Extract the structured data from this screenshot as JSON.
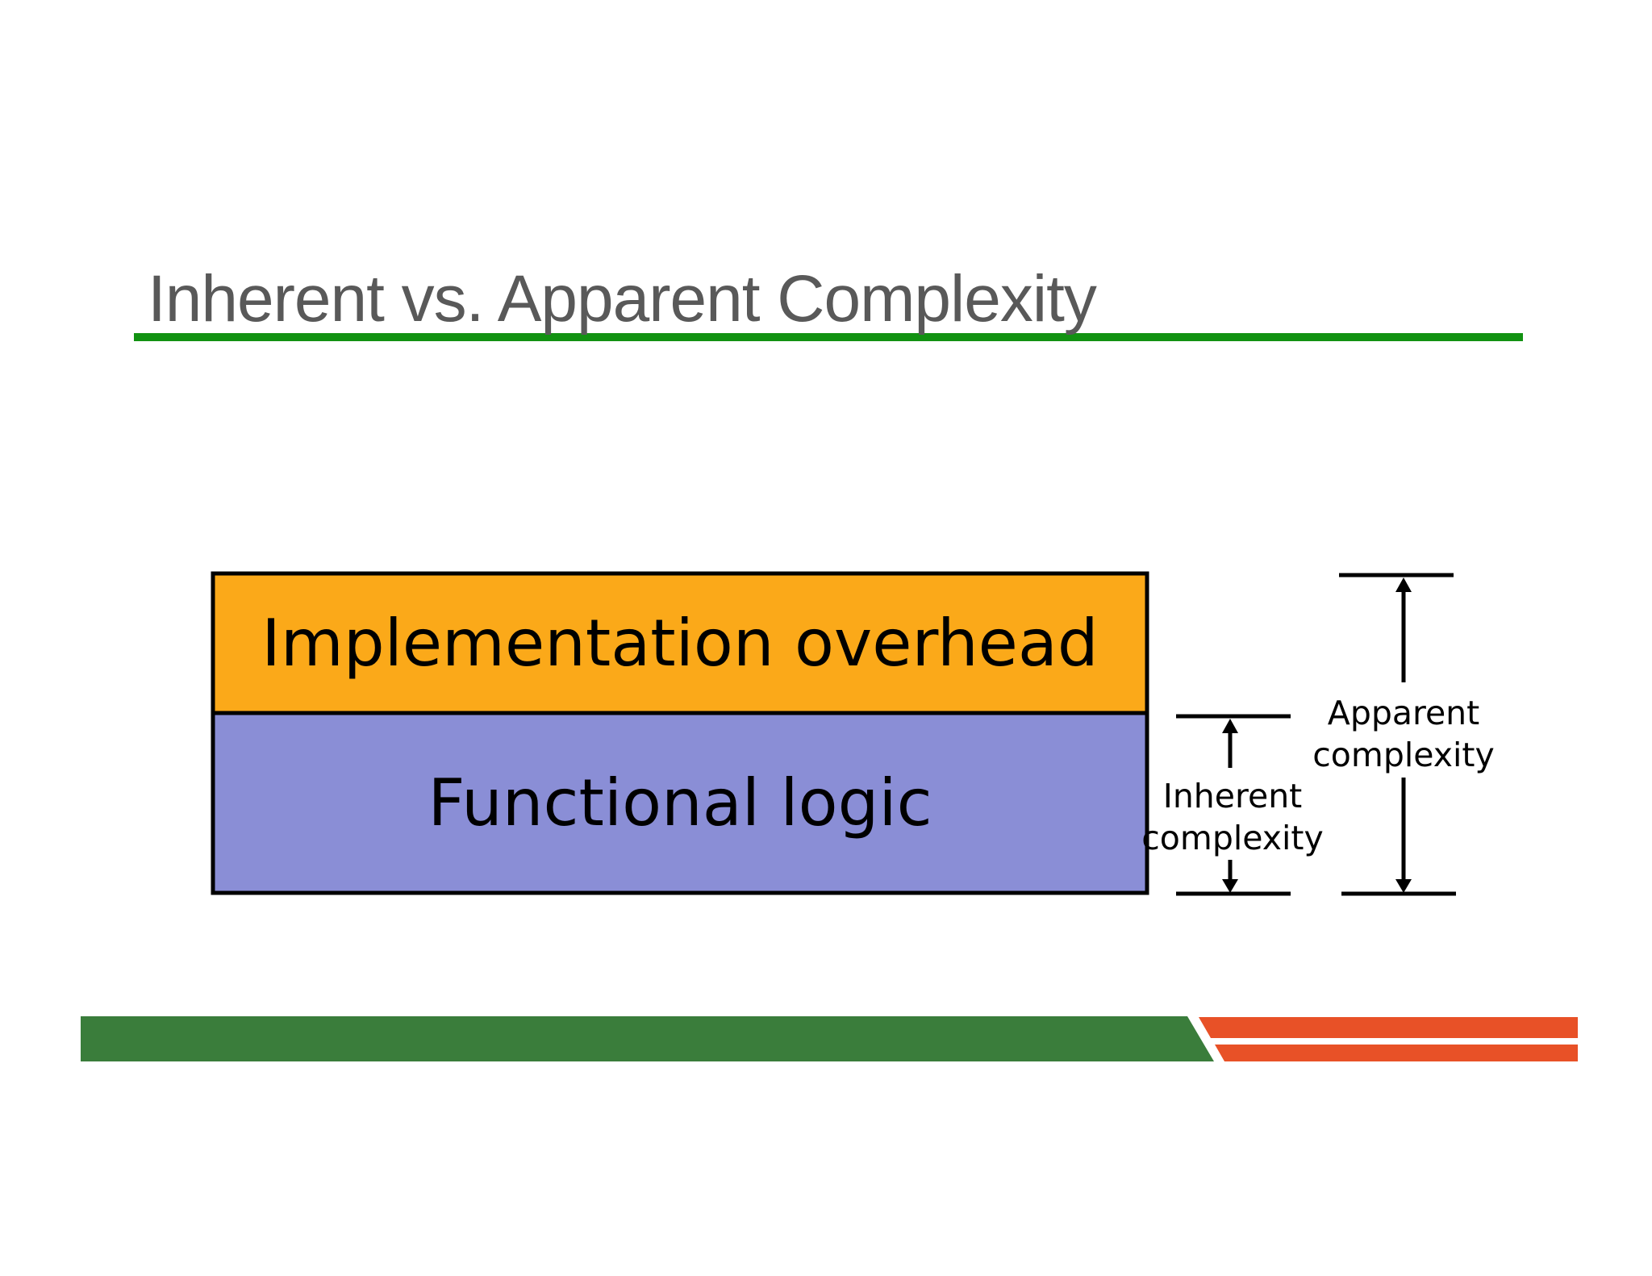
{
  "slide": {
    "title": "Inherent vs. Apparent Complexity"
  },
  "diagram": {
    "top_box": {
      "label": "Implementation overhead",
      "fill": "#FBA919"
    },
    "bottom_box": {
      "label": "Functional logic",
      "fill": "#8A8ED6"
    },
    "labels": {
      "inherent": {
        "line1": "Inherent",
        "line2": "complexity"
      },
      "apparent": {
        "line1": "Apparent",
        "line2": "complexity"
      }
    }
  },
  "colors": {
    "title_text": "#595959",
    "title_underline": "#129212",
    "box_border": "#000000",
    "arrow": "#000000",
    "footer_green": "#3A7D3B",
    "footer_stripe": "#E85127"
  }
}
